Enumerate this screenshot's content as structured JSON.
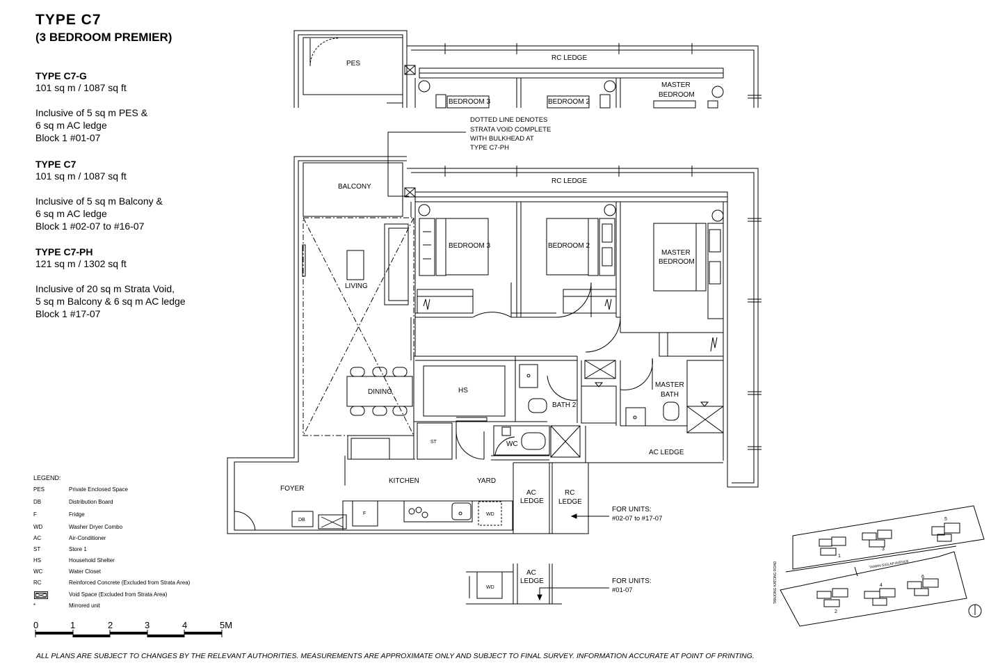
{
  "header": {
    "title": "TYPE  C7",
    "subtitle": "(3 BEDROOM PREMIER)"
  },
  "types": [
    {
      "name": "TYPE C7-G",
      "area": "101 sq m / 1087 sq ft",
      "lines": [
        "Inclusive of 5 sq m PES &",
        "6 sq m AC ledge",
        "Block 1 #01-07"
      ]
    },
    {
      "name": "TYPE C7",
      "area": "101 sq m / 1087 sq ft",
      "lines": [
        "Inclusive of 5 sq m Balcony &",
        "6 sq m AC ledge",
        "Block 1 #02-07 to #16-07"
      ]
    },
    {
      "name": "TYPE C7-PH",
      "area": "121 sq m / 1302 sq ft",
      "lines": [
        "Inclusive of 20 sq m Strata Void,",
        "5 sq m Balcony & 6 sq m AC ledge",
        "Block 1 #17-07"
      ]
    }
  ],
  "legend": {
    "title": "LEGEND:",
    "items": [
      {
        "code": "PES",
        "desc": "Private Enclosed Space"
      },
      {
        "code": "DB",
        "desc": "Distribution Board"
      },
      {
        "code": "F",
        "desc": "Fridge"
      },
      {
        "code": "WD",
        "desc": "Washer Dryer Combo"
      },
      {
        "code": "AC",
        "desc": "Air-Conditioner"
      },
      {
        "code": "ST",
        "desc": "Store 1"
      },
      {
        "code": "HS",
        "desc": "Household Shelter"
      },
      {
        "code": "WC",
        "desc": "Water Closet"
      },
      {
        "code": "RC",
        "desc": "Reinforced Concrete (Excluded from Strata Area)"
      },
      {
        "code": "",
        "desc": "Void Space (Excluded from Strata Area)"
      },
      {
        "code": "*",
        "desc": "Mirrored unit"
      }
    ]
  },
  "scale": {
    "labels": [
      "0",
      "1",
      "2",
      "3",
      "4",
      "5M"
    ]
  },
  "footer": "ALL PLANS ARE SUBJECT TO CHANGES BY THE RELEVANT AUTHORITIES. MEASUREMENTS ARE APPROXIMATE ONLY AND SUBJECT TO FINAL SURVEY. INFORMATION ACCURATE AT POINT OF PRINTING.",
  "plan": {
    "pes": "PES",
    "rc_ledge": "RC LEDGE",
    "bedroom3": "BEDROOM 3",
    "bedroom2": "BEDROOM 2",
    "master1": "MASTER",
    "master2": "BEDROOM",
    "note1": "DOTTED LINE DENOTES",
    "note2": "STRATA VOID COMPLETE",
    "note3": "WITH BULKHEAD AT",
    "note4": "TYPE C7-PH",
    "balcony": "BALCONY",
    "living": "LIVING",
    "dining": "DINING",
    "hs": "HS",
    "bath2": "BATH 2",
    "masterbath1": "MASTER",
    "masterbath2": "BATH",
    "st": "ST",
    "wc": "WC",
    "acledge": "AC LEDGE",
    "foyer": "FOYER",
    "kitchen": "KITCHEN",
    "yard": "YARD",
    "ac": "AC",
    "ledge": "LEDGE",
    "rc": "RC",
    "db": "DB",
    "f": "F",
    "wd": "WD",
    "forunits": "FOR UNITS:",
    "units1": "#02-07 to #17-07",
    "units2": "#01-07"
  },
  "siteplan": {
    "blocks": [
      "1",
      "2",
      "3",
      "4",
      "5",
      "6"
    ],
    "road1": "TAMAN SIGLAP AVENUE",
    "road2": "TANJONG KATONG ROAD"
  }
}
